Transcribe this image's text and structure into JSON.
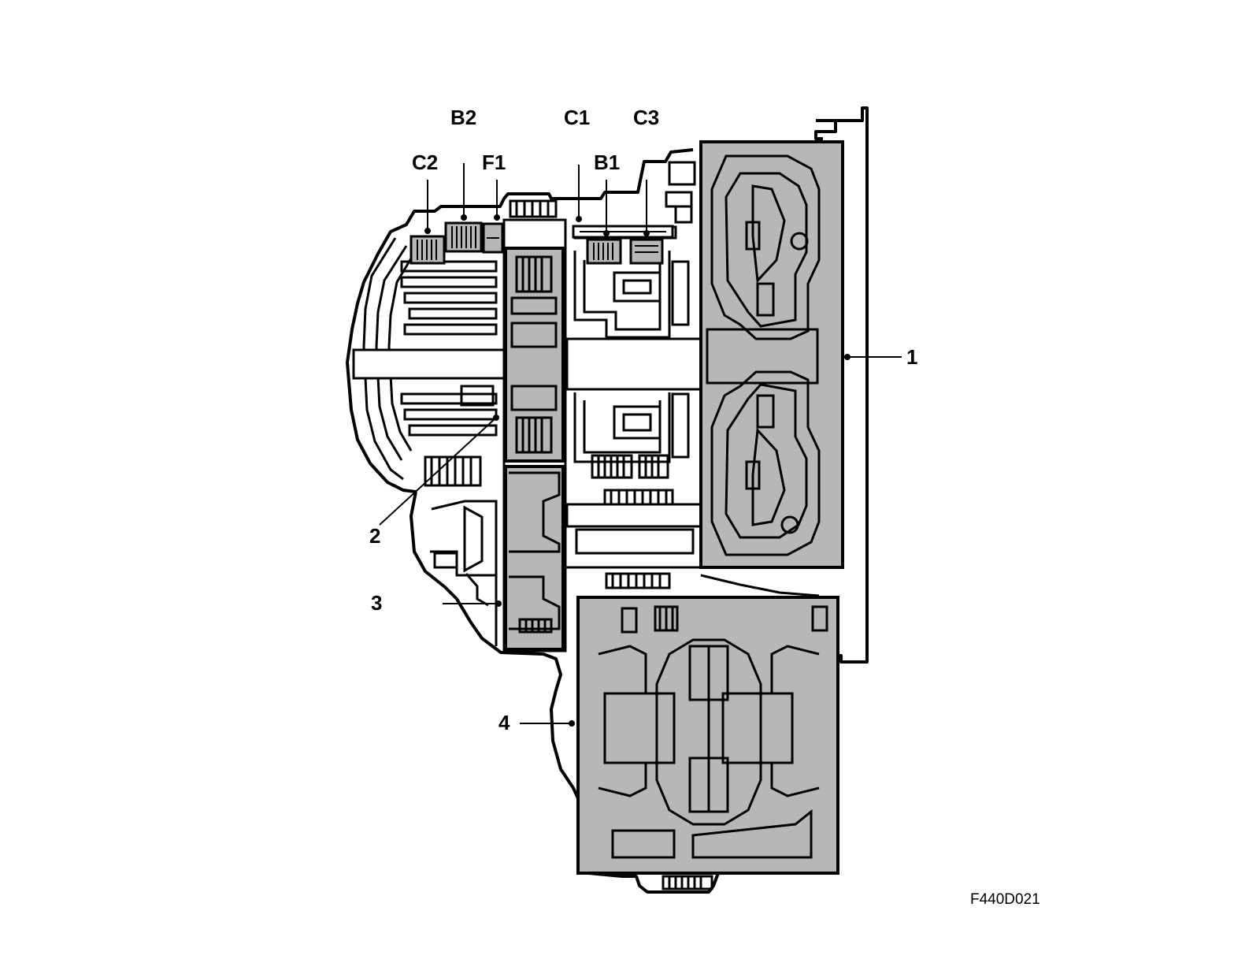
{
  "labels": {
    "b2": "B2",
    "c1": "C1",
    "c3": "C3",
    "c2": "C2",
    "f1": "F1",
    "b1": "B1",
    "n1": "1",
    "n2": "2",
    "n3": "3",
    "n4": "4"
  },
  "figure_id": "F440D021",
  "colors": {
    "line": "#000000",
    "fill": "#b7b7b7",
    "background": "#ffffff"
  }
}
